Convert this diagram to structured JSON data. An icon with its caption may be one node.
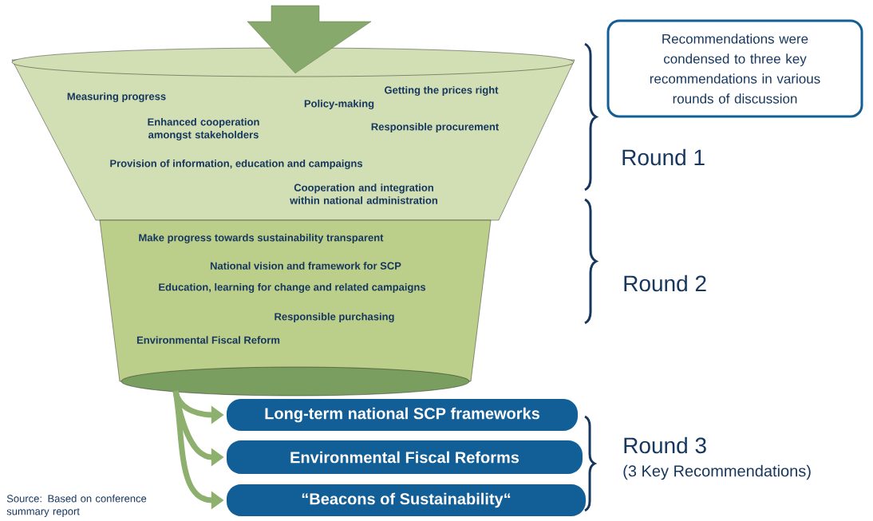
{
  "diagram": {
    "nodes": [
      {
        "text": [
          "Measuring progress",
          "Getting the prices right",
          "Policy-making",
          "Enhanced cooperation amongst stakeholders",
          "Responsible procurement",
          "Provision of information, education and campaigns",
          "Cooperation and integration within national administration"
        ]
      },
      {
        "text": [
          "Recommendations were condensed to three key recommendations in various rounds of discussion"
        ]
      },
      {
        "text": [
          "Make progress towards sustainability transparent",
          "National vision and framework for SCP",
          "Education, learning for change and related campaigns",
          "Responsible purchasing",
          "Environmental Fiscal Reform"
        ]
      },
      {
        "text": [],
        "shape": "ellipse"
      },
      {
        "text": [
          "Long-term national SCP frameworks"
        ]
      },
      {
        "text": [
          "Environmental Fiscal Reforms"
        ]
      },
      {
        "text": [
          "“Beacons of Sustainability“"
        ]
      }
    ],
    "edges": [
      {
        "from": null,
        "to": 0,
        "arrow": "to"
      },
      {
        "from": 3,
        "to": 4,
        "arrow": "to"
      },
      {
        "from": 3,
        "to": 5,
        "arrow": "to"
      },
      {
        "from": 3,
        "to": 6,
        "arrow": "to"
      }
    ],
    "labels": [
      "Round 1",
      "Round 2",
      "Round 3",
      "(3 Key Recommendations)",
      "Source: Based on conference summary report"
    ]
  }
}
